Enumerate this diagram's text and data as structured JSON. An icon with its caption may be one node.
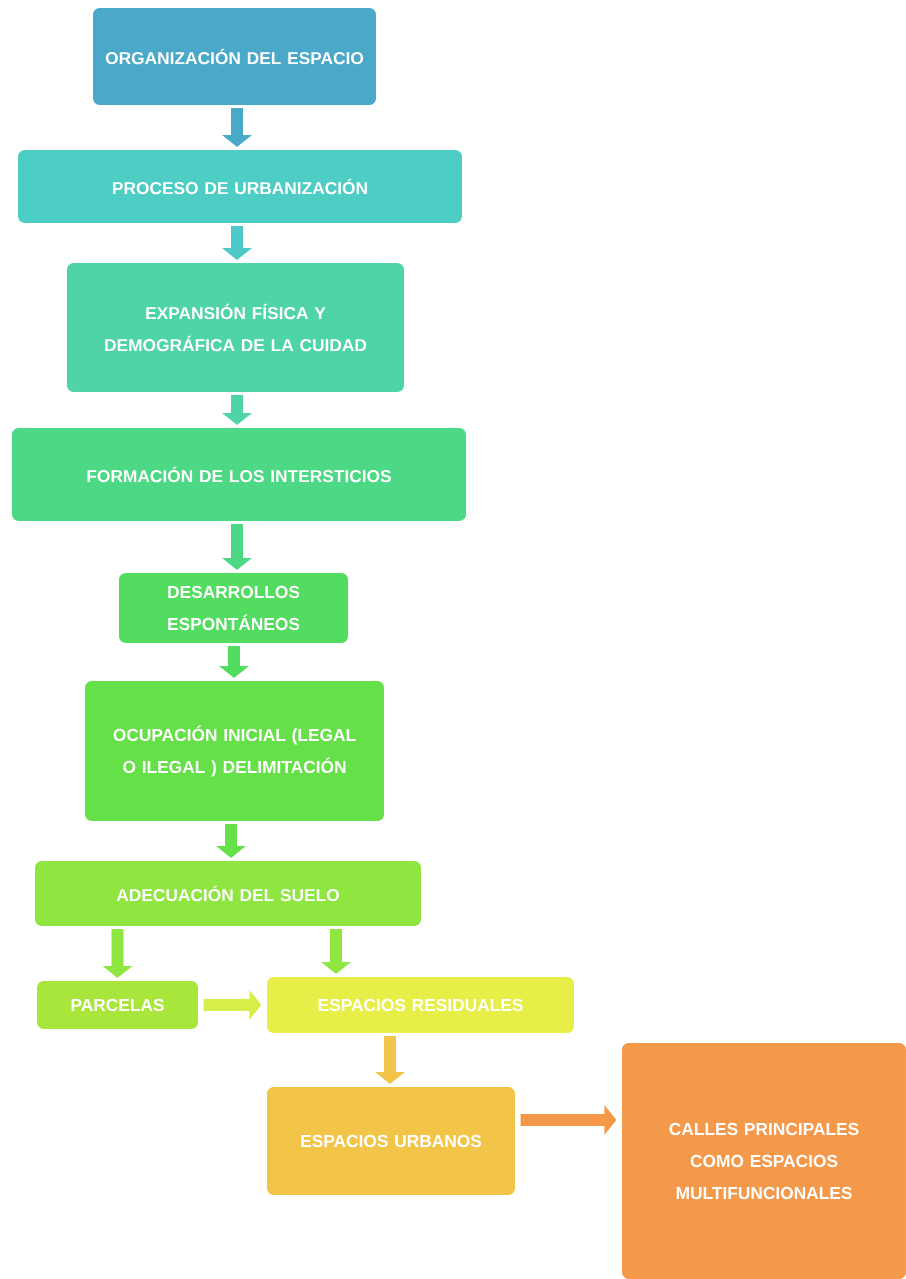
{
  "diagram": {
    "nodes": [
      {
        "text": [
          "ORGANIZACIÓN DEL ESPACIO"
        ]
      },
      {
        "text": [
          "PROCESO DE URBANIZACIÓN"
        ]
      },
      {
        "text": [
          "EXPANSIÓN FÍSICA Y DEMOGRÁFICA DE LA CUIDAD"
        ]
      },
      {
        "text": [
          "FORMACIÓN DE LOS INTERSTICIOS"
        ]
      },
      {
        "text": [
          "DESARROLLOS ESPONTÁNEOS"
        ]
      },
      {
        "text": [
          "OCUPACIÓN INICIAL (LEGAL O ILEGAL ) DELIMITACIÓN"
        ]
      },
      {
        "text": [
          "ADECUACIÓN DEL SUELO"
        ]
      },
      {
        "text": [
          "PARCELAS"
        ]
      },
      {
        "text": [
          "ESPACIOS RESIDUALES"
        ]
      },
      {
        "text": [
          "ESPACIOS URBANOS"
        ]
      },
      {
        "text": [
          "CALLES PRINCIPALES COMO ESPACIOS MULTIFUNCIONALES"
        ]
      }
    ],
    "edges": [
      {
        "from": 0,
        "to": 1,
        "arrow": "to",
        "color": "#4aa8c8"
      },
      {
        "from": 1,
        "to": 2,
        "arrow": "to",
        "color": "#4ec8c8"
      },
      {
        "from": 2,
        "to": 3,
        "arrow": "to",
        "color": "#4fd3a8"
      },
      {
        "from": 3,
        "to": 4,
        "arrow": "to",
        "color": "#4cd884"
      },
      {
        "from": 4,
        "to": 5,
        "arrow": "to",
        "color": "#52dc60"
      },
      {
        "from": 5,
        "to": 6,
        "arrow": "to",
        "color": "#66e048"
      },
      {
        "from": 6,
        "to": 7,
        "arrow": "to",
        "color": "#90e640"
      },
      {
        "from": 6,
        "to": 8,
        "arrow": "to",
        "color": "#90e640"
      },
      {
        "from": 7,
        "to": 8,
        "arrow": "to",
        "color": "#d8ee48"
      },
      {
        "from": 8,
        "to": 9,
        "arrow": "to",
        "color": "#f2c448"
      },
      {
        "from": 9,
        "to": 10,
        "arrow": "to",
        "color": "#f4984a"
      }
    ]
  }
}
